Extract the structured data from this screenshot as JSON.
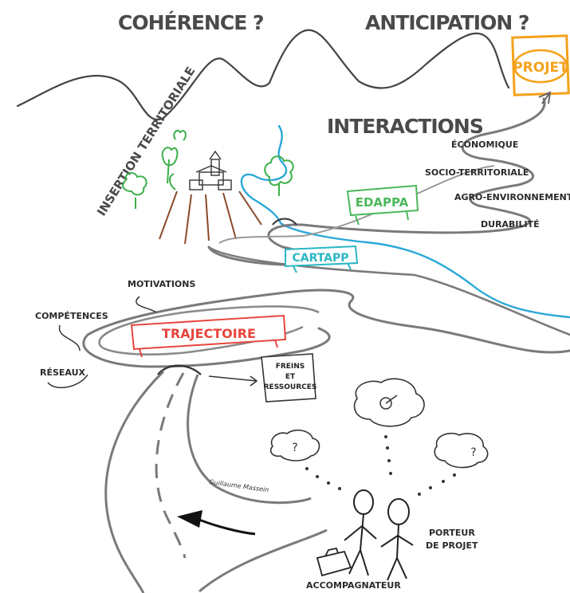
{
  "titles": {
    "coherence": "COHÉRENCE ?",
    "anticipation": "ANTICIPATION ?",
    "interactions": "INTERACTIONS",
    "insertion": "INSERTION TERRITORIALE"
  },
  "projet": "PROJET",
  "pillars": [
    "ÉCONOMIQUE",
    "SOCIO-TERRITORIALE",
    "AGRO-ENVIRONNEMENTALE",
    "DURABILITÉ"
  ],
  "signs": {
    "edappa": "EDAPPA",
    "cartapp": "CARTAPP",
    "trajectoire": "TRAJECTOIRE"
  },
  "factors": {
    "motivations": "MOTIVATIONS",
    "competences": "COMPÉTENCES",
    "reseaux": "RÉSEAUX"
  },
  "freins": [
    "FREINS",
    "ET",
    "RESSOURCES"
  ],
  "signature": "Guillaume Massein",
  "actors": {
    "porteur": [
      "PORTEUR",
      "DE PROJET"
    ],
    "accompagnateur": "ACCOMPAGNATEUR"
  },
  "colors": {
    "road": "#7a7a7a",
    "river": "#2aa8d8",
    "trees": "#3cb04a",
    "fields": "#8b4a2b",
    "projet": "#f4a21b",
    "edappa": "#4cb85a",
    "cartapp": "#2ab7c4",
    "trajectoire": "#e8453c"
  }
}
